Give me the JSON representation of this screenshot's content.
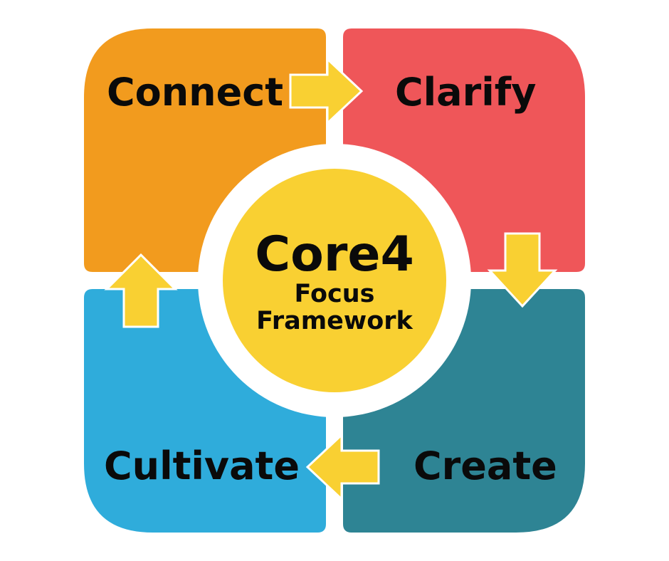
{
  "quadrants": [
    {
      "id": "connect",
      "label": "Connect",
      "color": "#f29b1e"
    },
    {
      "id": "clarify",
      "label": "Clarify",
      "color": "#ef5659"
    },
    {
      "id": "create",
      "label": "Create",
      "color": "#2e8494"
    },
    {
      "id": "cultivate",
      "label": "Cultivate",
      "color": "#2facdb"
    }
  ],
  "center": {
    "title": "Core4",
    "line1": "Focus",
    "line2": "Framework",
    "fill": "#f9d032",
    "ring": "#ffffff"
  },
  "arrows": {
    "color": "#f9d032",
    "sequence": [
      "connect-to-clarify",
      "clarify-to-create",
      "create-to-cultivate",
      "cultivate-to-connect"
    ]
  }
}
